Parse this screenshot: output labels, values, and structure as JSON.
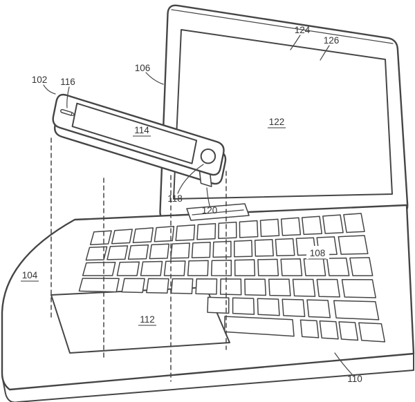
{
  "figure": {
    "background": "#ffffff",
    "line_color": "#454545",
    "labels": {
      "n102": "102",
      "n104": "104",
      "n106": "106",
      "n108": "108",
      "n110": "110",
      "n112": "112",
      "n114": "114",
      "n116": "116",
      "n118": "118",
      "n120": "120",
      "n122": "122",
      "n124": "124",
      "n126": "126"
    }
  }
}
